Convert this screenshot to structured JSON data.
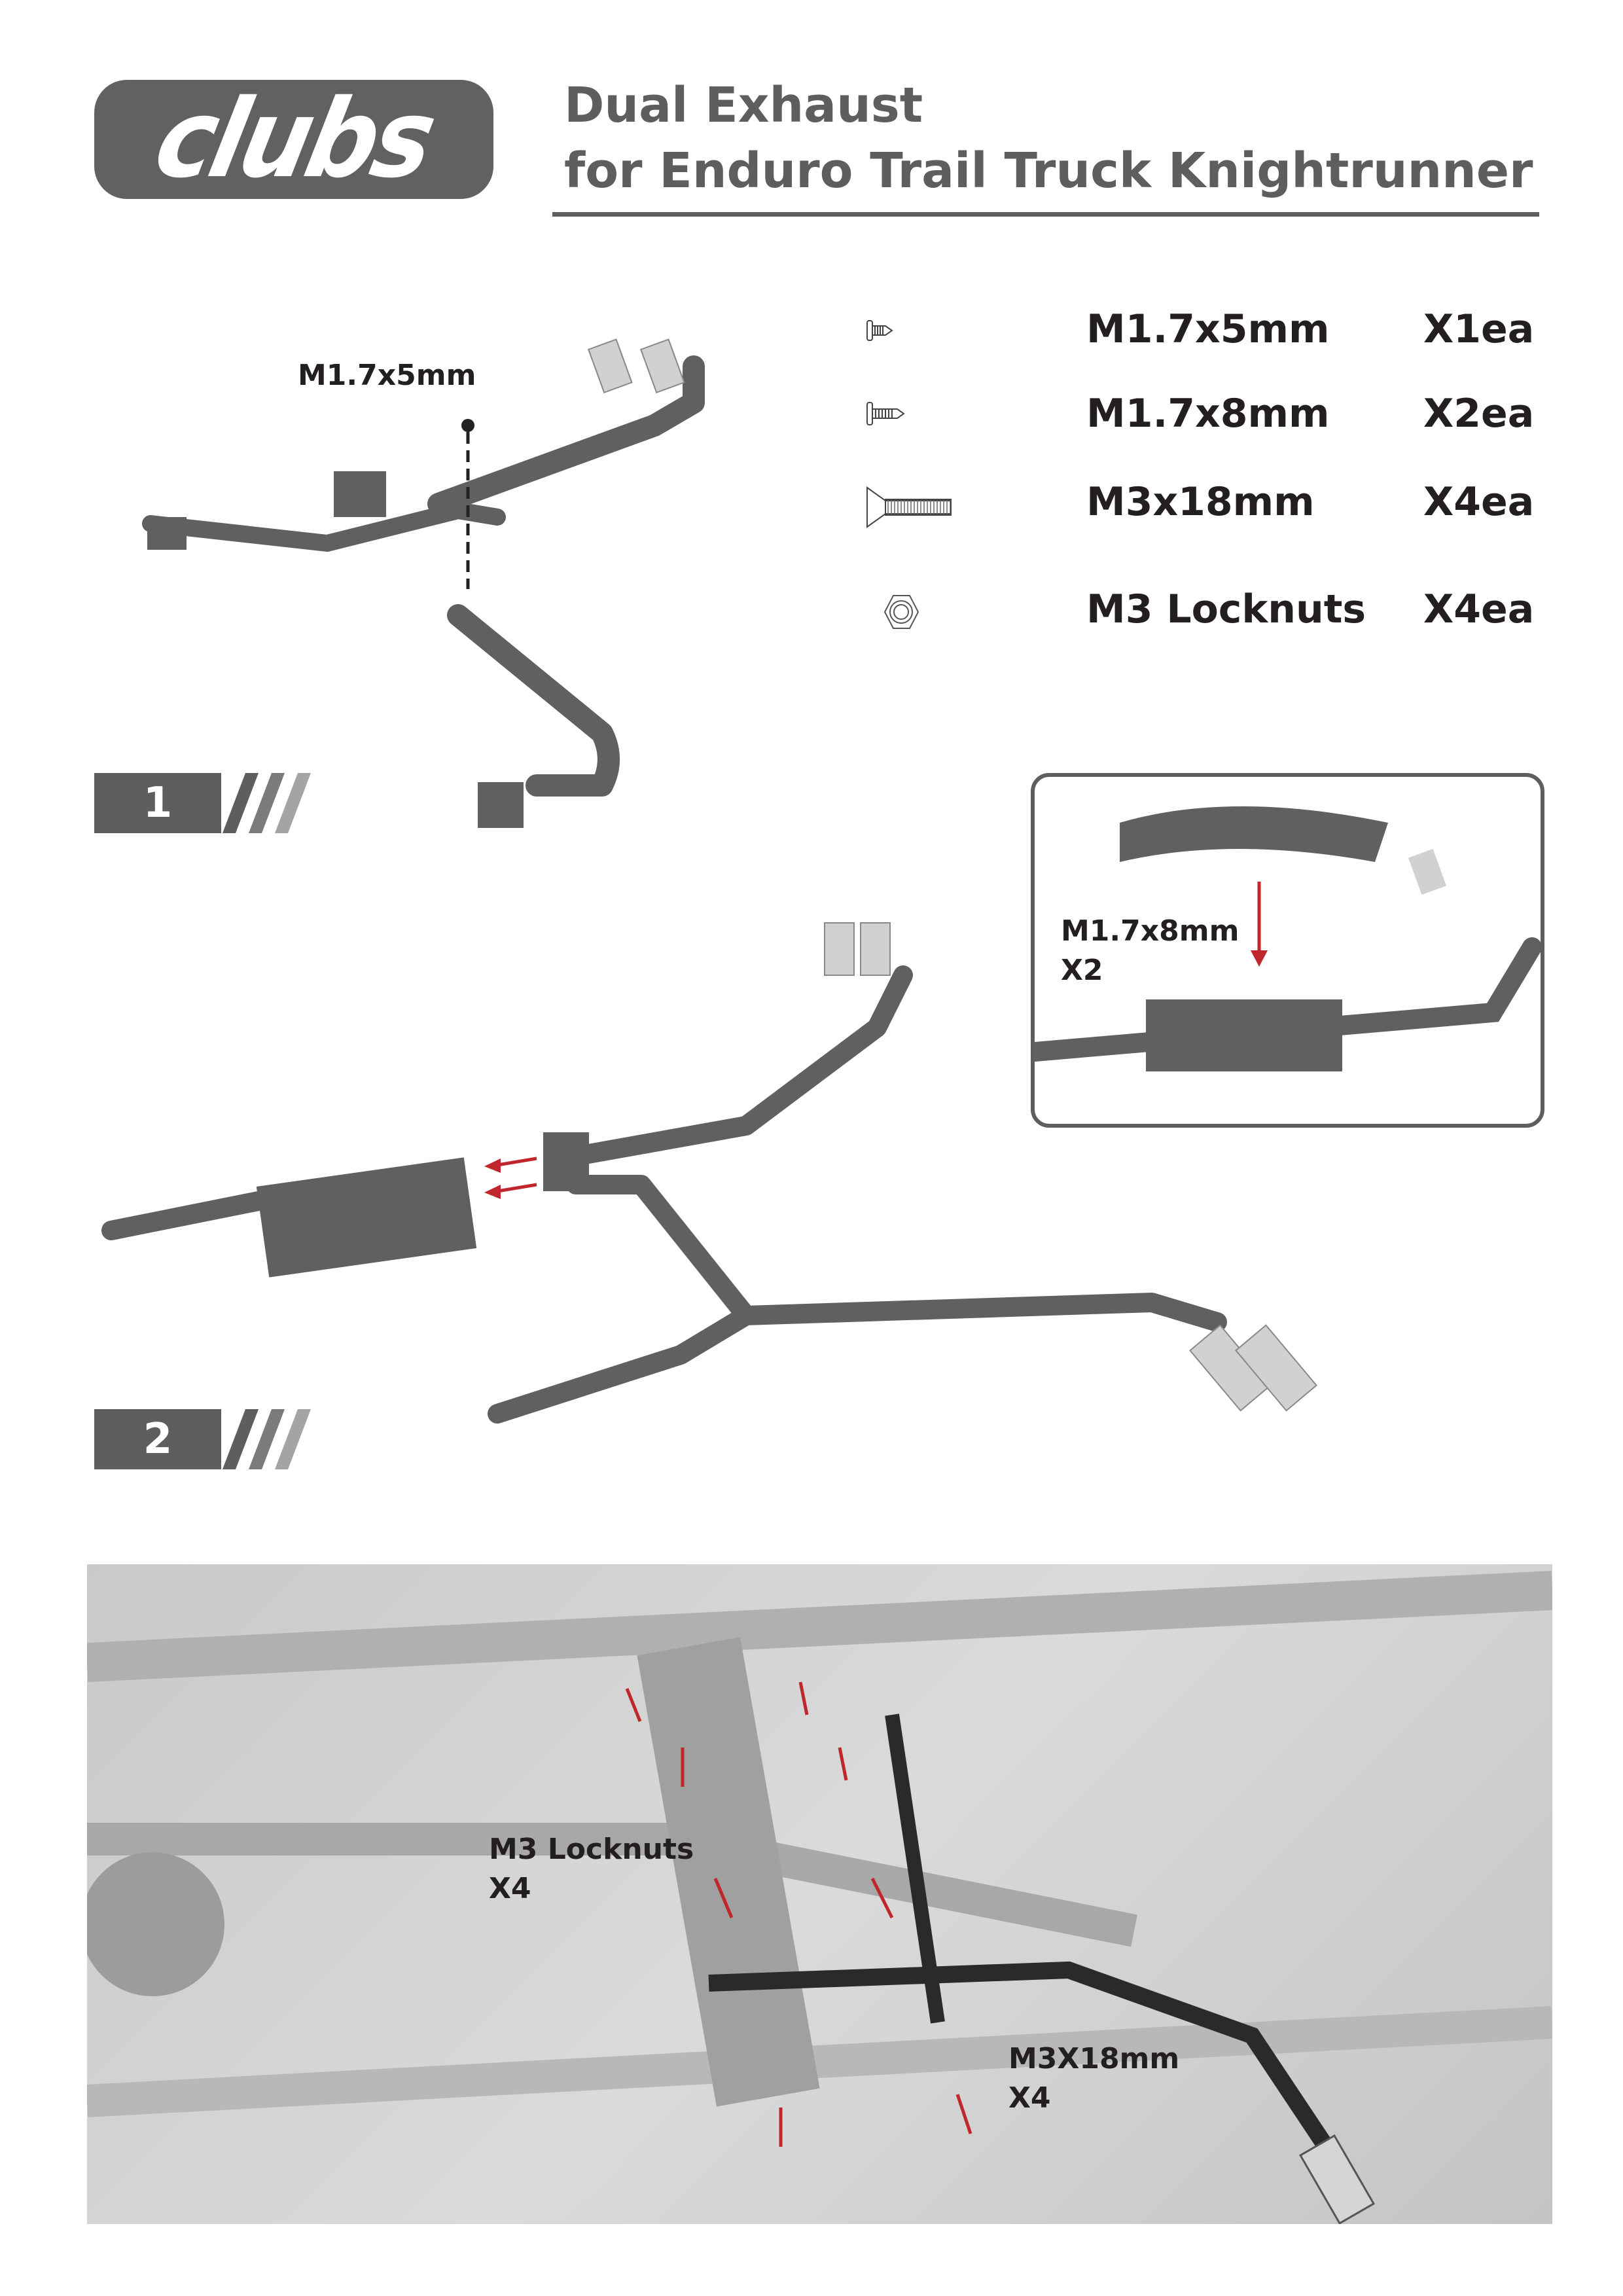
{
  "header": {
    "logo_text": "clubs",
    "title_line1": "Dual Exhaust",
    "title_line2": "for Enduro Trail Truck Knightrunner"
  },
  "parts": [
    {
      "name": "M1.7x5mm",
      "qty": "X1ea",
      "icon": "small-screw-icon"
    },
    {
      "name": "M1.7x8mm",
      "qty": "X2ea",
      "icon": "medium-screw-icon"
    },
    {
      "name": "M3x18mm",
      "qty": "X4ea",
      "icon": "countersunk-screw-icon"
    },
    {
      "name": "M3 Locknuts",
      "qty": "X4ea",
      "icon": "hex-nut-icon"
    }
  ],
  "step1": {
    "number": "1",
    "screw_label": "M1.7x5mm"
  },
  "step2": {
    "number": "2",
    "inset_screw_label": "M1.7x8mm",
    "inset_qty": "X2"
  },
  "photo": {
    "locknut_label": "M3 Locknuts",
    "locknut_qty": "X4",
    "screw_label": "M3X18mm",
    "screw_qty": "X4"
  },
  "colors": {
    "accent": "#5d5e60",
    "arrow": "#c0272d",
    "part": "#5f6062"
  }
}
